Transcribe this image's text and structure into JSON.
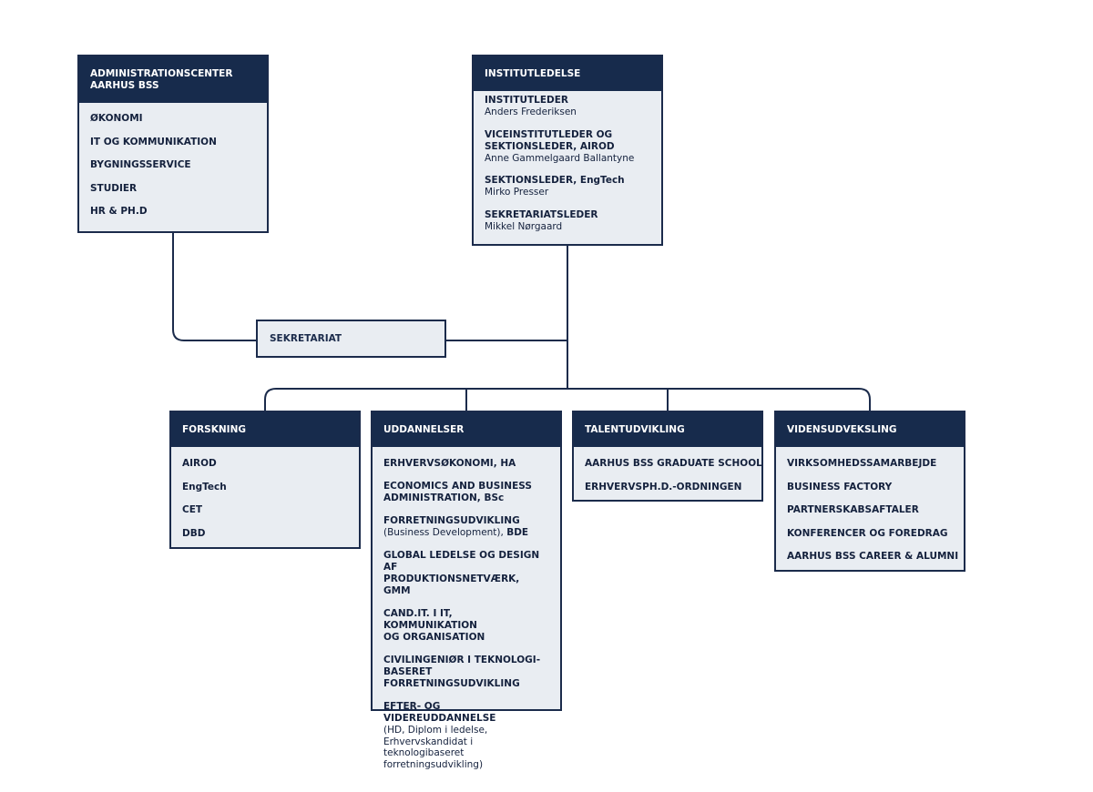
{
  "admin": {
    "title": "ADMINISTRATIONSCENTER\nAARHUS BSS",
    "items": [
      "ØKONOMI",
      "IT OG KOMMUNIKATION",
      "BYGNINGSSERVICE",
      "STUDIER",
      "HR & PH.D"
    ]
  },
  "institutledelse": {
    "title": "INSTITUTLEDELSE",
    "entries": [
      {
        "role": "INSTITUTLEDER",
        "name": "Anders Frederiksen"
      },
      {
        "role": "VICEINSTITUTLEDER OG\nSEKTIONSLEDER, AIROD",
        "name": "Anne Gammelgaard Ballantyne"
      },
      {
        "role": "SEKTIONSLEDER, EngTech",
        "name": "Mirko Presser"
      },
      {
        "role": "SEKRETARIATSLEDER",
        "name": "Mikkel Nørgaard"
      }
    ]
  },
  "sekretariat": {
    "label": "SEKRETARIAT"
  },
  "forskning": {
    "title": "FORSKNING",
    "items": [
      "AIROD",
      "EngTech",
      "CET",
      "DBD"
    ]
  },
  "uddannelser": {
    "title": "UDDANNELSER",
    "entries": [
      {
        "title": "ERHVERVSØKONOMI, HA",
        "note": ""
      },
      {
        "title": "ECONOMICS AND BUSINESS\nADMINISTRATION, BSc",
        "note": ""
      },
      {
        "title": "FORRETNINGSUDVIKLING",
        "note_inline": "(Business Development), ",
        "title_tail": "BDE"
      },
      {
        "title": "GLOBAL LEDELSE OG DESIGN AF\nPRODUKTIONSNETVÆRK, GMM",
        "note": ""
      },
      {
        "title": "CAND.IT. I IT, KOMMUNIKATION\nOG ORGANISATION",
        "note": ""
      },
      {
        "title": "CIVILINGENIØR I TEKNOLOGI-\nBASERET FORRETNINGSUDVIKLING",
        "note": ""
      },
      {
        "title": "EFTER- OG VIDEREUDDANNELSE",
        "note": "(HD, Diplom i ledelse,\nErhvervskandidat i teknologibaseret\nforretningsudvikling)"
      }
    ]
  },
  "talentudvikling": {
    "title": "TALENTUDVIKLING",
    "items": [
      "AARHUS BSS GRADUATE SCHOOL",
      "ERHVERVSPH.D.-ORDNINGEN"
    ]
  },
  "vidensudveksling": {
    "title": "VIDENSUDVEKSLING",
    "items": [
      "VIRKSOMHEDSSAMARBEJDE",
      "BUSINESS FACTORY",
      "PARTNERSKABSAFTALER",
      "KONFERENCER OG FOREDRAG",
      "AARHUS BSS CAREER & ALUMNI"
    ]
  },
  "colors": {
    "header": "#172b4c",
    "box_fill": "#e9edf2",
    "line": "#1b2b4b"
  }
}
